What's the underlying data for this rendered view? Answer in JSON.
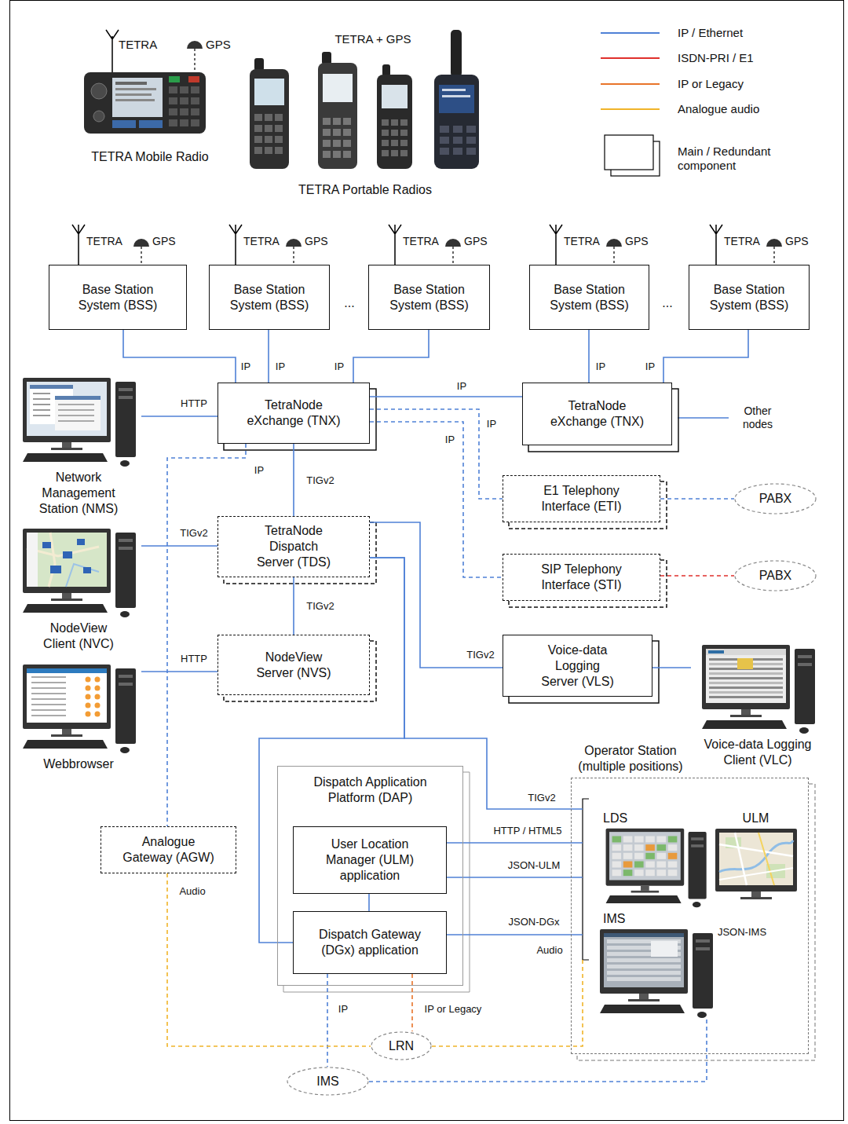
{
  "diagram": {
    "nodes": [
      {
        "text": [
          "Base Station System (BSS)"
        ]
      },
      {
        "text": [
          "Base Station System (BSS)"
        ]
      },
      {
        "text": [
          "Base Station System (BSS)"
        ]
      },
      {
        "text": [
          "Base Station System (BSS)"
        ]
      },
      {
        "text": [
          "Base Station System (BSS)"
        ]
      },
      {
        "text": [
          "TetraNode eXchange (TNX)"
        ]
      },
      {
        "text": [
          "TetraNode eXchange (TNX)"
        ]
      },
      {
        "text": [
          "Network Management Station (NMS)"
        ]
      },
      {
        "text": [
          "E1 Telephony Interface (ETI)"
        ]
      },
      {
        "text": [
          "PABX"
        ]
      },
      {
        "text": [
          "SIP Telephony Interface (STI)"
        ]
      },
      {
        "text": [
          "PABX"
        ]
      },
      {
        "text": [
          "TetraNode Dispatch Server (TDS)"
        ]
      },
      {
        "text": [
          "NodeView Client (NVC)"
        ]
      },
      {
        "text": [
          "NodeView Server (NVS)"
        ]
      },
      {
        "text": [
          "Webbrowser"
        ]
      },
      {
        "text": [
          "Voice-data Logging Server (VLS)"
        ]
      },
      {
        "text": [
          "Voice-data Logging Client (VLC)"
        ]
      },
      {
        "text": [
          "Operator Station (multiple positions)"
        ]
      },
      {
        "text": [
          "LDS"
        ],
        "in": 18
      },
      {
        "text": [
          "ULM"
        ],
        "in": 18
      },
      {
        "text": [
          "IMS"
        ],
        "in": 18
      },
      {
        "text": [
          "Dispatch Application Platform (DAP)"
        ]
      },
      {
        "text": [
          "User Location Manager (ULM) application"
        ],
        "in": 22
      },
      {
        "text": [
          "Dispatch Gateway (DGx) application"
        ],
        "in": 22
      },
      {
        "text": [
          "Analogue Gateway (AGW)"
        ]
      },
      {
        "text": [
          "LRN"
        ]
      },
      {
        "text": [
          "IMS"
        ]
      }
    ],
    "edges": [
      {
        "from": 0,
        "to": 5,
        "arrow": "none",
        "label": "IP"
      },
      {
        "from": 1,
        "to": 5,
        "arrow": "none",
        "label": "IP"
      },
      {
        "from": 2,
        "to": 5,
        "arrow": "none",
        "label": "IP"
      },
      {
        "from": 3,
        "to": 6,
        "arrow": "none",
        "label": "IP"
      },
      {
        "from": 4,
        "to": 6,
        "arrow": "none",
        "label": "IP"
      },
      {
        "from": 5,
        "to": 6,
        "arrow": "none",
        "label": "IP"
      },
      {
        "from": 7,
        "to": 5,
        "arrow": "none",
        "label": "HTTP"
      },
      {
        "from": 5,
        "to": 8,
        "arrow": "none",
        "label": "IP"
      },
      {
        "from": 5,
        "to": 10,
        "arrow": "none",
        "label": "IP"
      },
      {
        "from": 8,
        "to": 9,
        "arrow": "none"
      },
      {
        "from": 10,
        "to": 11,
        "arrow": "none"
      },
      {
        "from": 5,
        "to": 12,
        "arrow": "none",
        "label": "TIGv2"
      },
      {
        "from": 5,
        "to": 25,
        "arrow": "none",
        "label": "IP"
      },
      {
        "from": 13,
        "to": 12,
        "arrow": "none",
        "label": "TIGv2"
      },
      {
        "from": 12,
        "to": 14,
        "arrow": "none",
        "label": "TIGv2"
      },
      {
        "from": 15,
        "to": 14,
        "arrow": "none",
        "label": "HTTP"
      },
      {
        "from": 12,
        "to": 16,
        "arrow": "none",
        "label": "TIGv2"
      },
      {
        "from": 16,
        "to": 17,
        "arrow": "none"
      },
      {
        "from": 12,
        "to": 24,
        "arrow": "none"
      },
      {
        "from": 12,
        "to": 18,
        "arrow": "none",
        "label": "TIGv2"
      },
      {
        "from": 23,
        "to": 18,
        "arrow": "none",
        "label": "HTTP / HTML5"
      },
      {
        "from": 23,
        "to": 18,
        "arrow": "none",
        "label": "JSON-ULM"
      },
      {
        "from": 23,
        "to": 24,
        "arrow": "none"
      },
      {
        "from": 24,
        "to": 18,
        "arrow": "none",
        "label": "JSON-DGx"
      },
      {
        "from": 24,
        "to": 27,
        "arrow": "none",
        "label": "IP"
      },
      {
        "from": 24,
        "to": 26,
        "arrow": "none",
        "label": "IP or Legacy"
      },
      {
        "from": 25,
        "to": 26,
        "arrow": "none",
        "label": "Audio"
      },
      {
        "from": 26,
        "to": 18,
        "arrow": "none",
        "label": "Audio"
      },
      {
        "from": 27,
        "to": 21,
        "arrow": "none",
        "label": "JSON-IMS"
      }
    ],
    "labels": [
      "TETRA",
      "GPS",
      "TETRA + GPS",
      "TETRA Mobile Radio",
      "TETRA Portable Radios",
      "TETRA",
      "GPS",
      "TETRA",
      "GPS",
      "TETRA",
      "GPS",
      "TETRA",
      "GPS",
      "TETRA",
      "GPS",
      "...",
      "...",
      "Other nodes"
    ],
    "legend": [
      {
        "text": "IP / Ethernet",
        "color": "#4f81d6"
      },
      {
        "text": "ISDN-PRI / E1",
        "color": "#e0302c"
      },
      {
        "text": "IP or Legacy",
        "color": "#e8742a"
      },
      {
        "text": "Analogue audio",
        "color": "#f0b429"
      },
      {
        "text": "Main / Redundant component"
      }
    ]
  }
}
